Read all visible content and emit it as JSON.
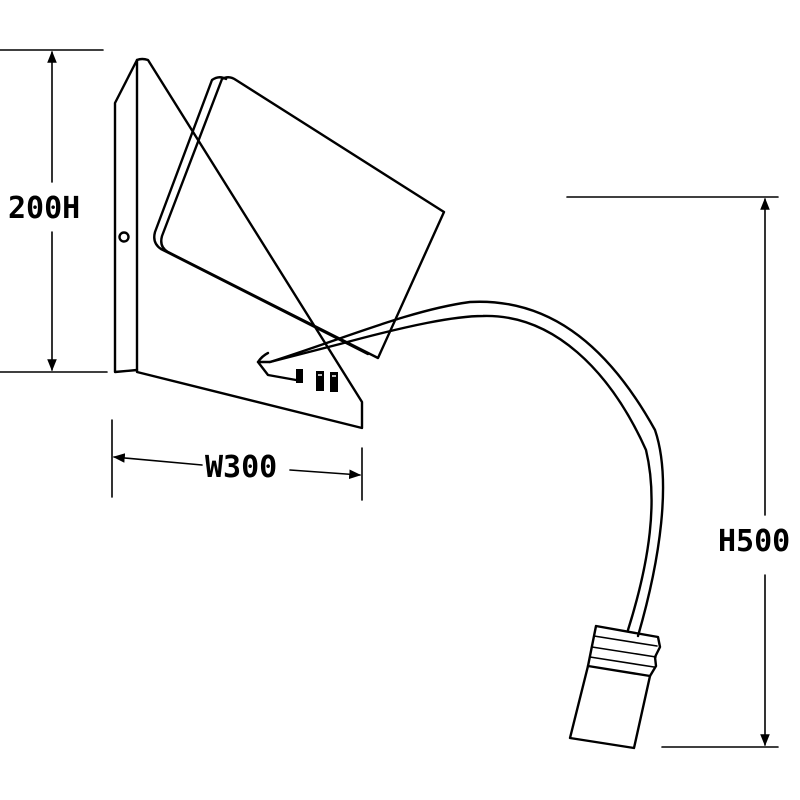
{
  "dimensions": {
    "height_label": "200H",
    "width_label": "W300",
    "arm_height_label": "H500"
  }
}
